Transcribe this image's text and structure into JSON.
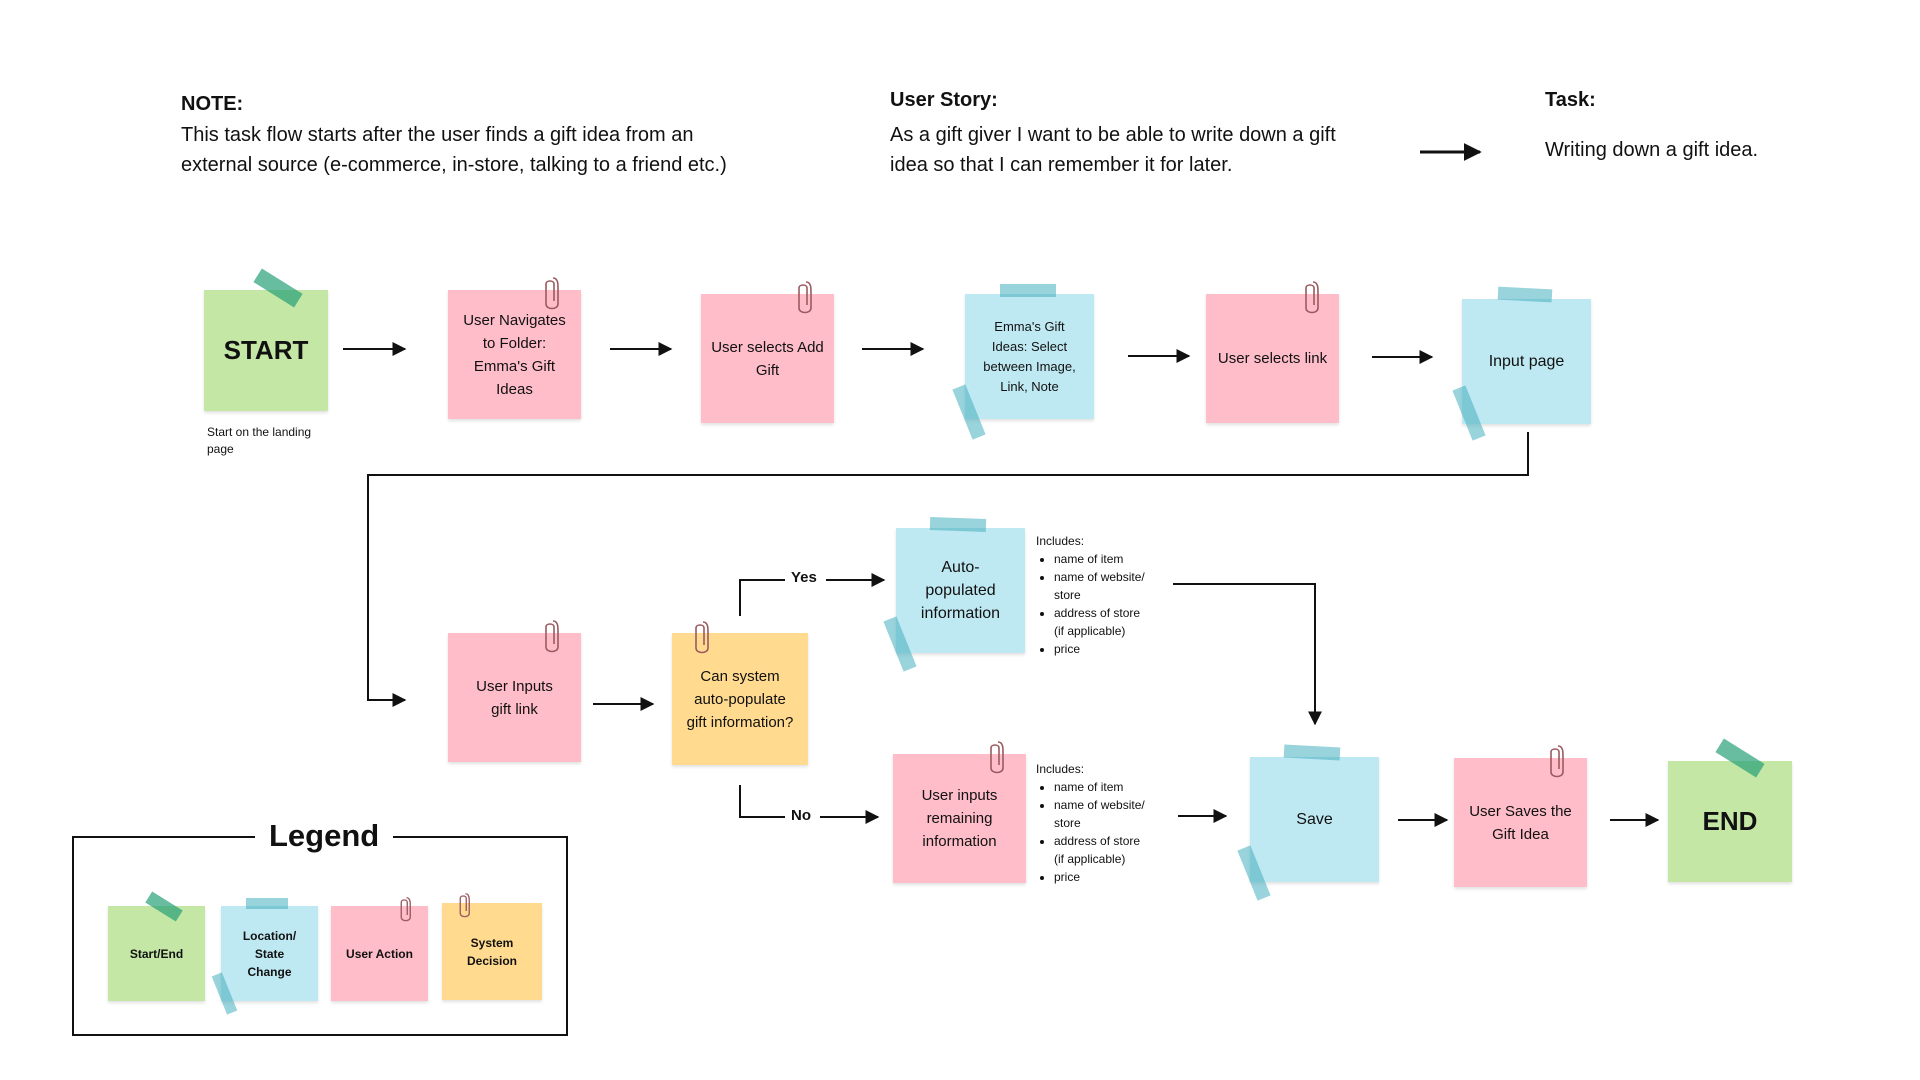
{
  "header": {
    "note_title": "NOTE:",
    "note_line1": "This task flow starts after the user finds a gift idea from an",
    "note_line2": "external source (e-commerce, in-store, talking to a friend etc.)",
    "story_title": "User Story:",
    "story_line1": "As a gift giver I want to be able to write down a gift",
    "story_line2": "idea so that I can remember it for later.",
    "task_title": "Task:",
    "task_body": "Writing down a gift idea."
  },
  "nodes": {
    "start": "START",
    "start_caption_1": "Start on the landing",
    "start_caption_2": "page",
    "navigate": [
      "User Navigates",
      "to Folder:",
      "Emma's Gift",
      "Ideas"
    ],
    "select_add": [
      "User selects Add",
      "Gift"
    ],
    "emma_ideas": [
      "Emma's Gift",
      "Ideas: Select",
      "between Image,",
      "Link, Note"
    ],
    "select_link": "User selects link",
    "input_page": "Input page",
    "inputs_link": [
      "User Inputs",
      "gift link"
    ],
    "decision": [
      "Can system",
      "auto-populate",
      "gift information?"
    ],
    "yes": "Yes",
    "no": "No",
    "auto_populated": [
      "Auto-",
      "populated",
      "information"
    ],
    "remaining": [
      "User inputs",
      "remaining",
      "information"
    ],
    "save": "Save",
    "saves_idea": [
      "User Saves the",
      "Gift Idea"
    ],
    "end": "END"
  },
  "includes_top": {
    "title": "Includes:",
    "items": [
      "name of item",
      "name of website/\nstore",
      "address of store\n(if applicable)",
      "price"
    ]
  },
  "includes_bottom": {
    "title": "Includes:",
    "items": [
      "name of item",
      "name of website/\nstore",
      "address of store\n(if applicable)",
      "price"
    ]
  },
  "legend": {
    "title": "Legend",
    "start_end": "Start/End",
    "location": [
      "Location/",
      "State",
      "Change"
    ],
    "user_action": "User Action",
    "system": [
      "System",
      "Decision"
    ]
  },
  "colors": {
    "pink": "#ffbdc9",
    "blue": "#bfe9f2",
    "green": "#c4e7a6",
    "yellow": "#ffda8f"
  }
}
